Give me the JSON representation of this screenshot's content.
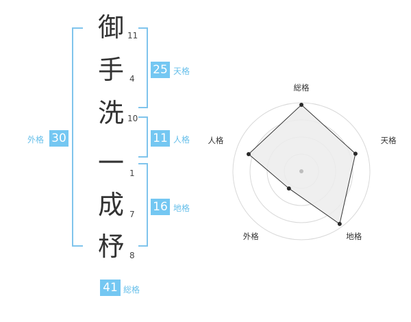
{
  "name": {
    "chars": [
      {
        "char": "御",
        "strokes": "11"
      },
      {
        "char": "手",
        "strokes": "4"
      },
      {
        "char": "洗",
        "strokes": "10"
      },
      {
        "char": "一",
        "strokes": "1"
      },
      {
        "char": "成",
        "strokes": "7"
      },
      {
        "char": "杼",
        "strokes": "8"
      }
    ]
  },
  "kakusu": {
    "tenkaku": {
      "value": "25",
      "label": "天格"
    },
    "jinkaku": {
      "value": "11",
      "label": "人格"
    },
    "chikaku": {
      "value": "16",
      "label": "地格"
    },
    "gaikaku": {
      "value": "30",
      "label": "外格"
    },
    "soukaku": {
      "value": "41",
      "label": "総格"
    }
  },
  "chart_data": {
    "type": "radar",
    "axes": [
      "総格",
      "天格",
      "地格",
      "外格",
      "人格"
    ],
    "values": [
      0.97,
      0.83,
      0.95,
      0.31,
      0.81
    ],
    "max": 1,
    "rings": 4,
    "colors": {
      "fill": "#ececec",
      "stroke": "#333333",
      "grid": "#d8d8d8",
      "point": "#2a2a2a",
      "center": "#bdbdbd"
    }
  },
  "colors": {
    "badge": "#74c7f2",
    "bracket": "#7fc4ec",
    "label": "#66bfea"
  }
}
